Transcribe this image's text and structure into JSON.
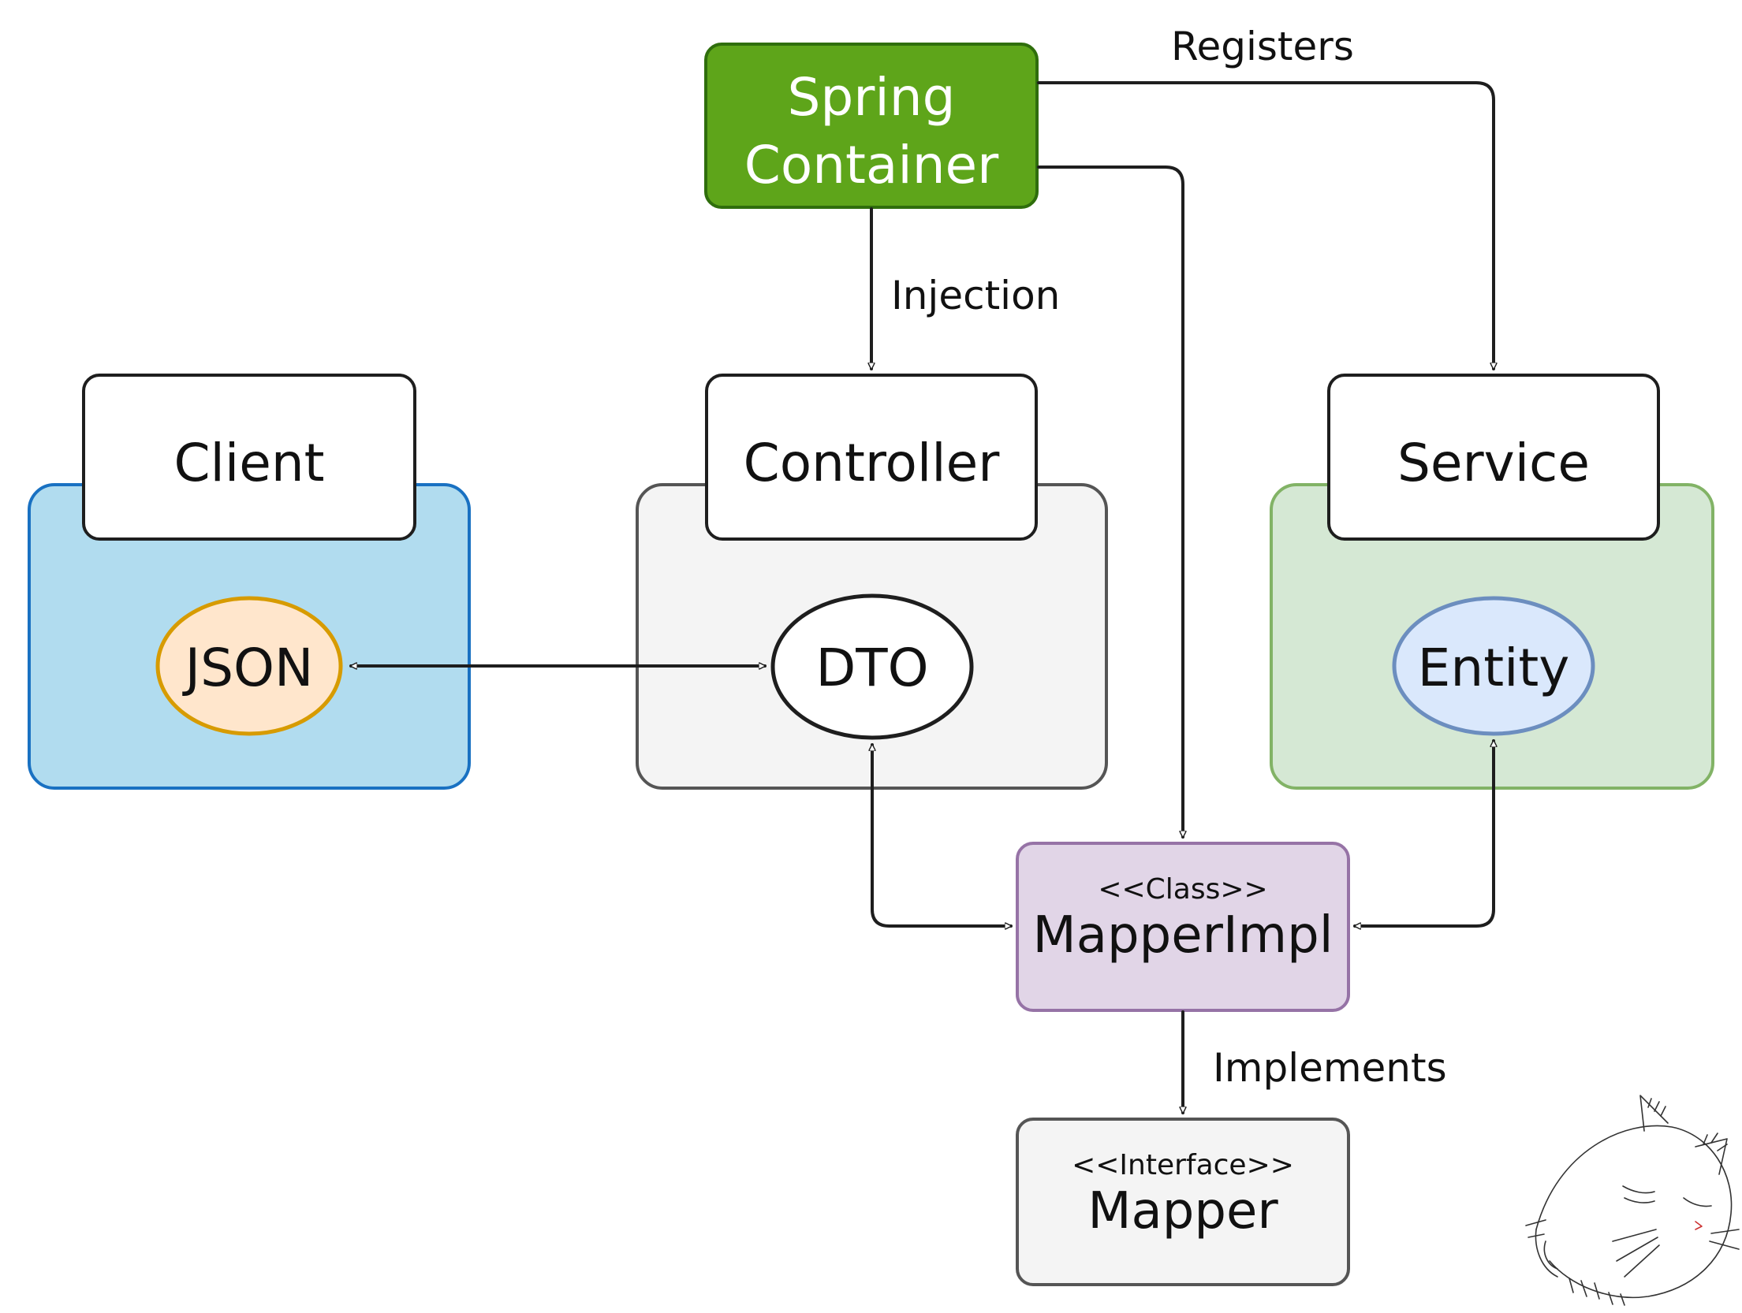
{
  "nodes": {
    "spring_container": {
      "line1": "Spring",
      "line2": "Container"
    },
    "client": {
      "label": "Client"
    },
    "controller": {
      "label": "Controller"
    },
    "service": {
      "label": "Service"
    },
    "json": {
      "label": "JSON"
    },
    "dto": {
      "label": "DTO"
    },
    "entity": {
      "label": "Entity"
    },
    "mapper_impl": {
      "stereotype": "<<Class>>",
      "label": "MapperImpl"
    },
    "mapper": {
      "stereotype": "<<Interface>>",
      "label": "Mapper"
    }
  },
  "edges": {
    "registers": "Registers",
    "injection": "Injection",
    "implements": "Implements"
  },
  "colors": {
    "spring_fill": "#5ea51a",
    "spring_stroke": "#2f6e0c",
    "client_group_fill": "#b1dcef",
    "client_group_stroke": "#1971c2",
    "controller_group_fill": "#f4f4f4",
    "controller_group_stroke": "#555555",
    "service_group_fill": "#d5e8d4",
    "service_group_stroke": "#82b366",
    "json_fill": "#ffe6cc",
    "json_stroke": "#d79b00",
    "entity_fill": "#dae8fc",
    "entity_stroke": "#6c8ebf",
    "mapper_impl_fill": "#e1d5e7",
    "mapper_impl_stroke": "#9673a6",
    "mapper_fill": "#f4f4f4",
    "mapper_stroke": "#555555"
  },
  "decoration": {
    "mascot": "sleeping-cat-doodle"
  }
}
